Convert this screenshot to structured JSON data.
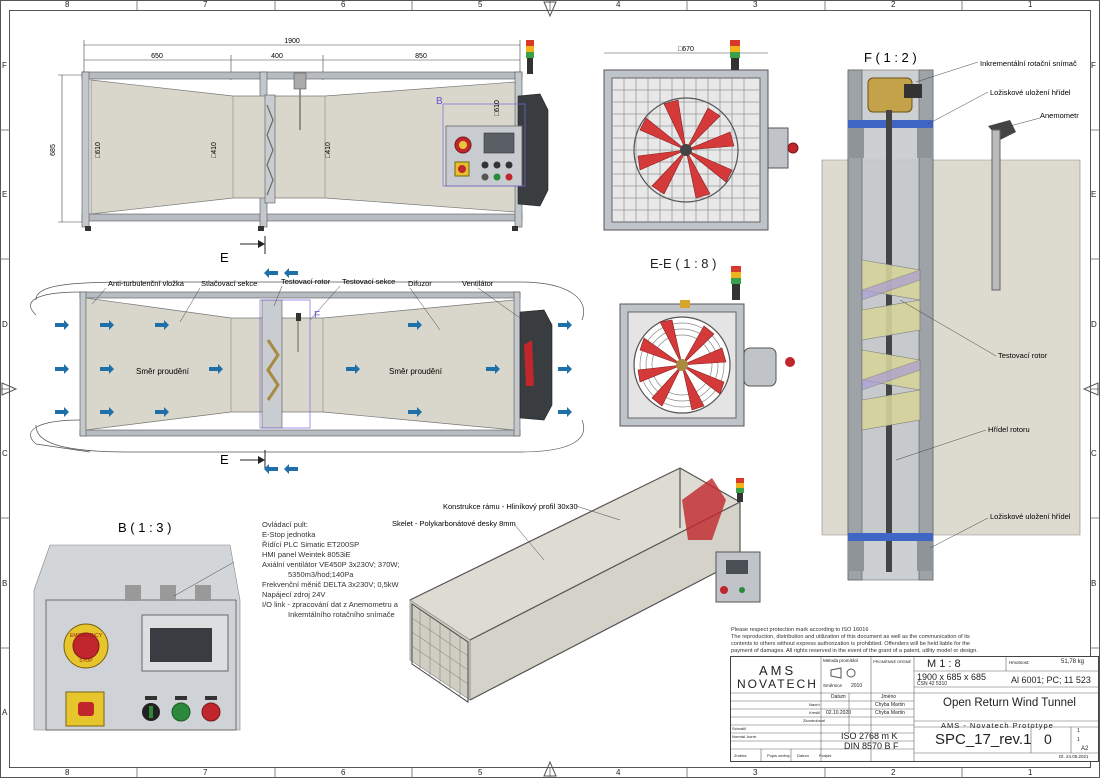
{
  "sheet": {
    "col_labels": [
      "8",
      "7",
      "6",
      "5",
      "4",
      "3",
      "2",
      "1"
    ],
    "row_labels": [
      "F",
      "E",
      "D",
      "C",
      "B",
      "A"
    ]
  },
  "views": {
    "top_dims": {
      "overall": "1900",
      "d1": "650",
      "d2": "400",
      "d3": "850",
      "height": "685",
      "s610a": "□610",
      "s410a": "□410",
      "s410b": "□410",
      "s610b": "□610",
      "marker_b": "B"
    },
    "front": {
      "dim": "□670"
    },
    "detail_f": {
      "title": "F ( 1 : 2 )",
      "enc": "Inkrementální rotační snímač",
      "bearing_top": "Ložiskové uložení hřídel",
      "anemo": "Anemometr",
      "rotor": "Testovací rotor",
      "shaft": "Hřídel rotoru",
      "bearing_bot": "Ložiskové uložení hřídel"
    },
    "section": {
      "e_top": "E",
      "e_bot": "E",
      "marker_f": "F",
      "l1": "Anti-turbulenční vložka",
      "l2": "Stlačovací sekce",
      "l3": "Testovací rotor",
      "l4": "Testovací sekce",
      "l5": "Difuzor",
      "l6": "Ventilátor",
      "flow1": "Směr proudění",
      "flow2": "Směr proudění"
    },
    "ee": {
      "title": "E-E ( 1 : 8 )"
    },
    "iso": {
      "frame": "Konstrukce rámu - Hliníkový profil 30x30",
      "skin": "Skelet - Polykarbonátové desky 8mm"
    },
    "detail_b": {
      "title": "B ( 1 : 3 )",
      "notes": [
        "Ovládací pult:",
        "E-Stop jednotka",
        "Řídící PLC Simatic ET200SP",
        "HMI panel Weintek 8053iE",
        "Axiální ventilátor VE450P 3x230V; 370W;",
        "5350m3/hod;140Pa",
        "Frekvenční měnič DELTA 3x230V; 0,5kW",
        "Napájecí zdroj 24V",
        "I/O link - zpracování dat z Anemometru a",
        "Inkemtálního rotačního snímače"
      ],
      "estop1": "EMERGENCY",
      "estop2": "STOP"
    }
  },
  "notice": [
    "Please respect protection mark according to ISO 16016",
    "The reproduction, distribution and utilization of this document as well as the communication of its",
    "contents to others without express authorization is prohibited. Offenders will be held liable for the",
    "payment of damages. All rights reserved in the event of the grant of a patent, utility model or design."
  ],
  "titleblock": {
    "logo1": "AMS",
    "logo2": "NOVATECH",
    "scale": "M 1 : 8",
    "weight_label": "Hmotnost:",
    "weight": "51,78 kg",
    "size": "1900 x 685 x 685",
    "material": "Al 6001; PC; 11 523",
    "csn": "ČSN 42 5310",
    "title": "Open Return Wind Tunnel",
    "subtitle": "AMS - Novatech Prototype",
    "iso": "ISO 2768 m K",
    "din": "DIN 8570 B F",
    "drawing_no": "SPC_17_rev.1",
    "sheet_no": "0",
    "list1": "1",
    "list2": "1",
    "format": "A2",
    "date": "02.10.2020",
    "author": "Chyba Martin",
    "author2": "Chyba Martin",
    "proj_label": "Metoda promítání",
    "dir_label": "Směrnice",
    "dir_year": "2010",
    "rough_label": "PROMĚNNÉ DRSNÉ",
    "cols": [
      "Datum",
      "Jméno"
    ],
    "rows": [
      "Navrh",
      "Kreslil",
      "Zkontroloval",
      "Normál. kontr.",
      "Schválil"
    ],
    "bottom": [
      "Změna",
      "Popis změny",
      "Datum",
      "Podpis"
    ],
    "footer_date": "Dt. 24.05.2021"
  }
}
